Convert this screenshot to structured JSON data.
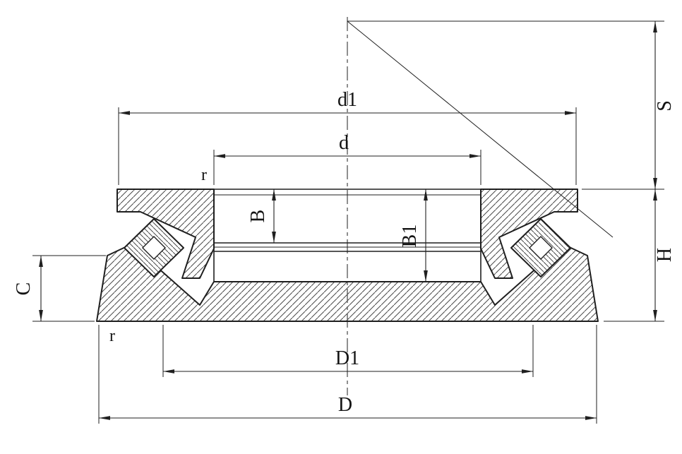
{
  "drawing": {
    "kind": "bearing-cross-section",
    "labels": {
      "d1": "d1",
      "d": "d",
      "s": "S",
      "h": "H",
      "b": "B",
      "b1": "B1",
      "c": "C",
      "cap_d1": "D1",
      "cap_d": "D",
      "r_bore": "r",
      "r_outer": "r"
    },
    "colors": {
      "line": "#1f1f1f",
      "background": "#ffffff"
    }
  }
}
